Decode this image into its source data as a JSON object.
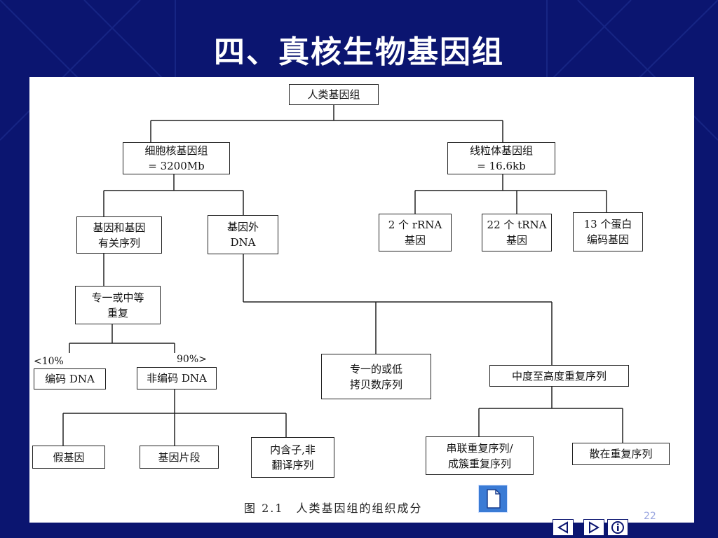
{
  "slide": {
    "title": "四、真核生物基因组",
    "page_number": "22"
  },
  "diagram": {
    "root": "人类基因组",
    "nuclear": {
      "line1": "细胞核基因组",
      "line2": "= 3200Mb"
    },
    "mito": {
      "line1": "线粒体基因组",
      "line2": "= 16.6kb"
    },
    "gene_related": {
      "line1": "基因和基因",
      "line2": "有关序列"
    },
    "extragenic": {
      "line1": "基因外",
      "line2": "DNA"
    },
    "rrna": {
      "line1": "2 个 rRNA",
      "line2": "基因"
    },
    "trna": {
      "line1": "22 个 tRNA",
      "line2": "基因"
    },
    "protein": {
      "line1": "13 个蛋白",
      "line2": "编码基因"
    },
    "single_moderate": {
      "line1": "专一或中等",
      "line2": "重复"
    },
    "pct_left": "<10%",
    "pct_right": "90%>",
    "coding_dna": "编码 DNA",
    "noncoding_dna": "非编码 DNA",
    "unique_low": {
      "line1": "专一的或低",
      "line2": "拷贝数序列"
    },
    "mid_high": "中度至高度重复序列",
    "pseudogene": "假基因",
    "gene_fragment": "基因片段",
    "intron": {
      "line1": "内含子,非",
      "line2": "翻译序列"
    },
    "tandem": {
      "line1": "串联重复序列/",
      "line2": "成簇重复序列"
    },
    "dispersed": "散在重复序列",
    "caption": "图 2.1　人类基因组的组织成分"
  },
  "colors": {
    "background": "#0b1570",
    "panel": "#ffffff",
    "title": "#ffffff",
    "nav_icon": "#0b1570",
    "doc_icon": "#3a7bd5"
  },
  "nav": {
    "icons": [
      "doc-icon",
      "prev-arrow-icon",
      "next-arrow-icon",
      "info-icon"
    ]
  }
}
